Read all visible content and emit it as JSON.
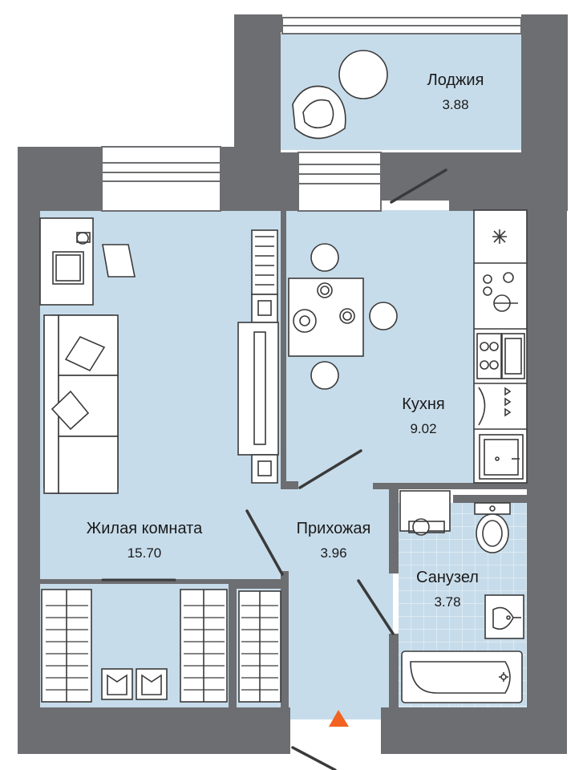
{
  "colors": {
    "floor": "#c7dcea",
    "wall": "#6d6e71",
    "tile_grid": "#e8f1f7",
    "line": "#3a3a3a",
    "entrance": "#f26322"
  },
  "rooms": [
    {
      "id": "loggia",
      "name": "Лоджия",
      "area": "3.88"
    },
    {
      "id": "kitchen",
      "name": "Кухня",
      "area": "9.02"
    },
    {
      "id": "living",
      "name": "Жилая комната",
      "area": "15.70"
    },
    {
      "id": "hallway",
      "name": "Прихожая",
      "area": "3.96"
    },
    {
      "id": "bathroom",
      "name": "Санузел",
      "area": "3.78"
    }
  ],
  "icons": [
    "entrance-marker-icon",
    "stove-icon",
    "sink-icon",
    "toilet-icon",
    "bathtub-icon",
    "sofa-icon",
    "desk-icon",
    "dining-table-icon",
    "wardrobe-icon",
    "tv-icon",
    "armchair-icon",
    "washing-machine-icon"
  ]
}
